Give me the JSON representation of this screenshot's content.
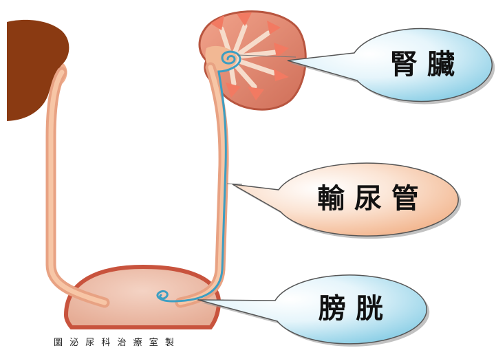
{
  "labels": {
    "kidney": "腎 臟",
    "ureter": "輸 尿 管",
    "bladder": "膀 胱"
  },
  "credit": "圖 泌 尿 科 治 療 室 製",
  "colors": {
    "left_kidney": "#8a3a12",
    "kidney_outline": "#b8553f",
    "renal_pyramid": "#f27a62",
    "ureter": "#e8a283",
    "ureter_highlight": "#f7c6a6",
    "bladder_outline": "#c8533d",
    "urine_path": "#3c9ec2",
    "bubble_blue": "#8ccfe6",
    "bubble_peach": "#f2b48c",
    "bubble_outline": "#555555"
  }
}
